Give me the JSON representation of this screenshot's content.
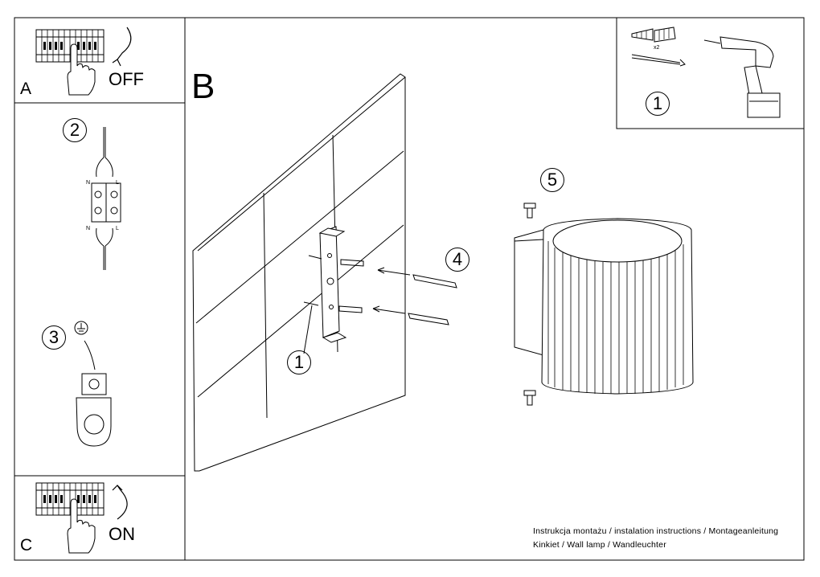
{
  "panel_a": {
    "letter": "A",
    "switch_label": "OFF"
  },
  "panel_b": {
    "letter": "B"
  },
  "panel_c": {
    "letter": "C",
    "switch_label": "ON"
  },
  "steps": {
    "tools": "1",
    "wiring": "2",
    "ground": "3",
    "screws": "4",
    "lamp": "5",
    "bracket": "1"
  },
  "wiring_labels": {
    "neutral_top": "N",
    "live_top": "L",
    "neutral_bottom": "N",
    "live_bottom": "L"
  },
  "tools_box": {
    "quantity": "x2"
  },
  "footer": {
    "line1": "Instrukcja montażu / instalation instructions / Montageanleitung",
    "line2": "Kinkiet / Wall lamp / Wandleuchter"
  }
}
